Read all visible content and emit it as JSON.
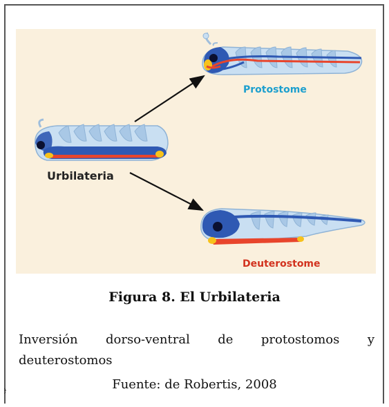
{
  "figure": {
    "labels": {
      "urbilateria": "Urbilateria",
      "protostome": "Protostome",
      "deuterostome": "Deuterostome"
    },
    "colors": {
      "background": "#faf0dd",
      "body_light": "#c9dff2",
      "body_segments": "#a9c8e6",
      "nerve_cord_blue": "#2f59b3",
      "gut_red": "#e8452c",
      "mouth_yellow": "#f7c21b",
      "eye": "#0b1030",
      "protostome_label": "#1c9fce",
      "deuterostome_label": "#d2321e",
      "urbilateria_label": "#222222"
    }
  },
  "caption": {
    "title": "Figura 8. El Urbilateria",
    "description": "Inversión dorso-ventral de protostomos y deuterostomos",
    "source": "Fuente: de Robertis, 2008"
  },
  "stray_char": "e"
}
